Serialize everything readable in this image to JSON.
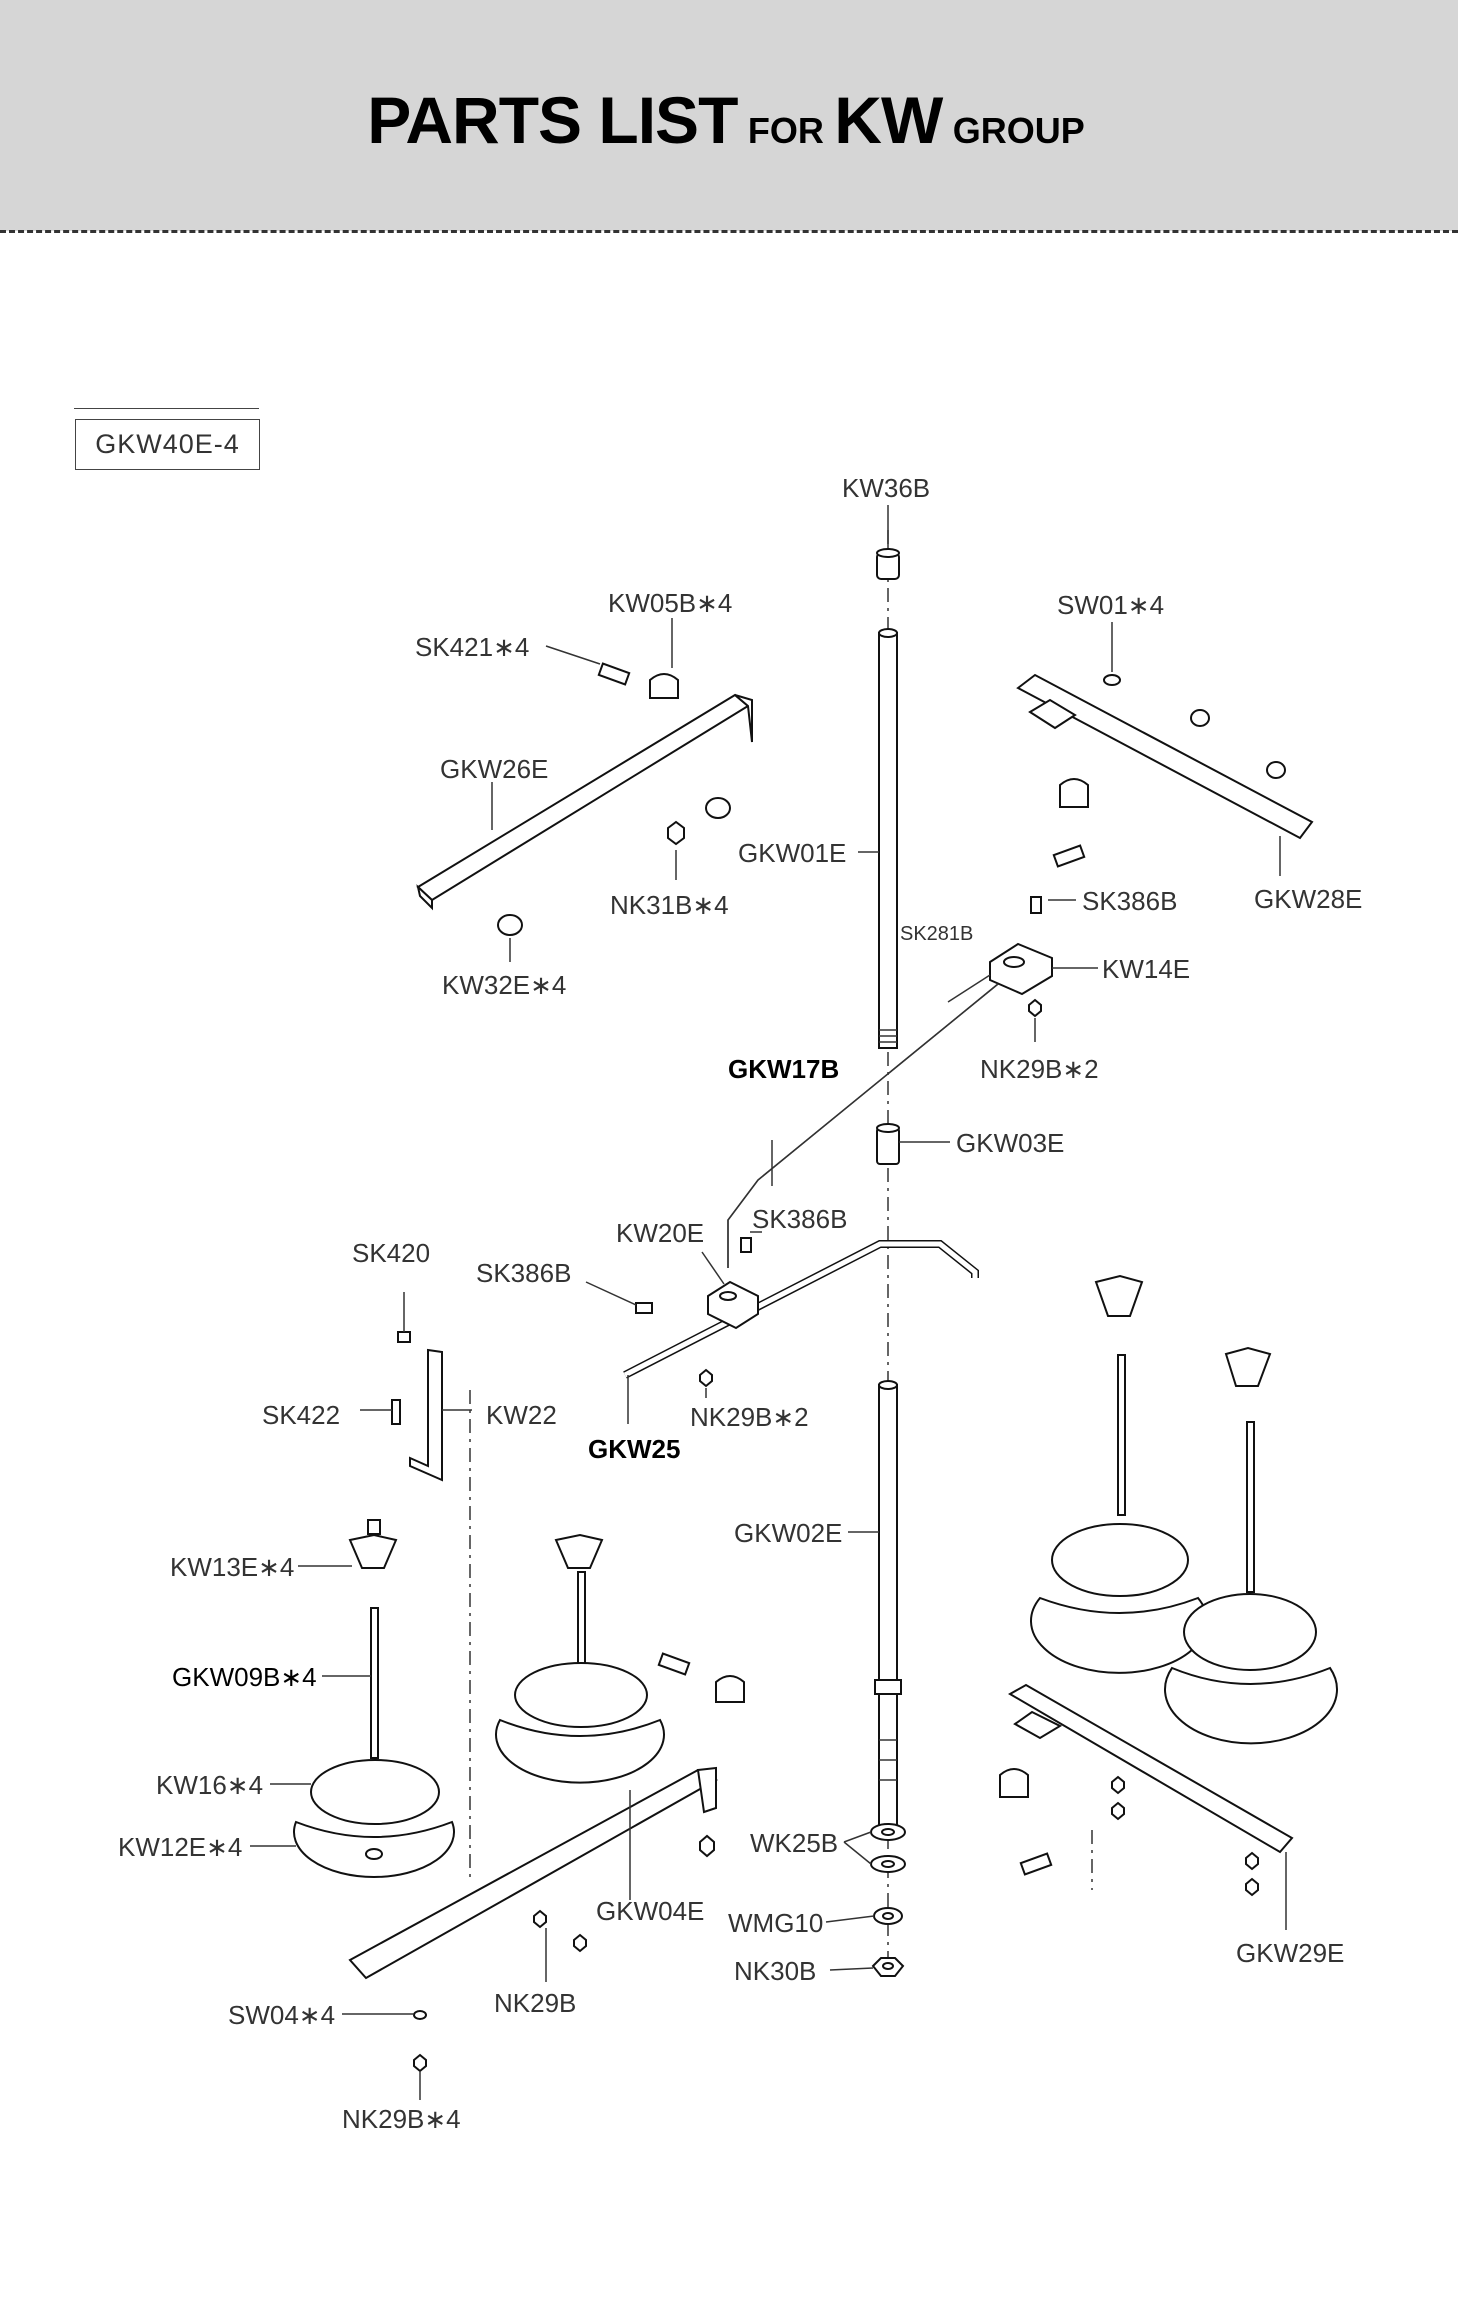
{
  "title": {
    "part1": "PARTS LIST",
    "part2": "FOR",
    "part3": "KW",
    "part4": "GROUP"
  },
  "model": "GKW40E-4",
  "labels": {
    "kw36b": "KW36B",
    "kw05b": "KW05B∗4",
    "sw01": "SW01∗4",
    "sk421": "SK421∗4",
    "gkw26e": "GKW26E",
    "gkw01e": "GKW01E",
    "gkw28e": "GKW28E",
    "nk31b": "NK31B∗4",
    "sk386b_top": "SK386B",
    "sk281b": "SK281B",
    "kw14e": "KW14E",
    "kw32e": "KW32E∗4",
    "gkw17b": "GKW17B",
    "nk29b2_top": "NK29B∗2",
    "gkw03e": "GKW03E",
    "kw20e": "KW20E",
    "sk386b_mid": "SK386B",
    "sk420": "SK420",
    "sk386b_left": "SK386B",
    "sk422": "SK422",
    "kw22": "KW22",
    "nk29b2_mid": "NK29B∗2",
    "gkw25": "GKW25",
    "gkw02e": "GKW02E",
    "kw13e": "KW13E∗4",
    "gkw09b": "GKW09B∗4",
    "kw16": "KW16∗4",
    "kw12e": "KW12E∗4",
    "wk25b": "WK25B",
    "gkw04e": "GKW04E",
    "wmg10": "WMG10",
    "nk30b": "NK30B",
    "nk29b": "NK29B",
    "gkw29e": "GKW29E",
    "sw04": "SW04∗4",
    "nk29b4": "NK29B∗4"
  }
}
